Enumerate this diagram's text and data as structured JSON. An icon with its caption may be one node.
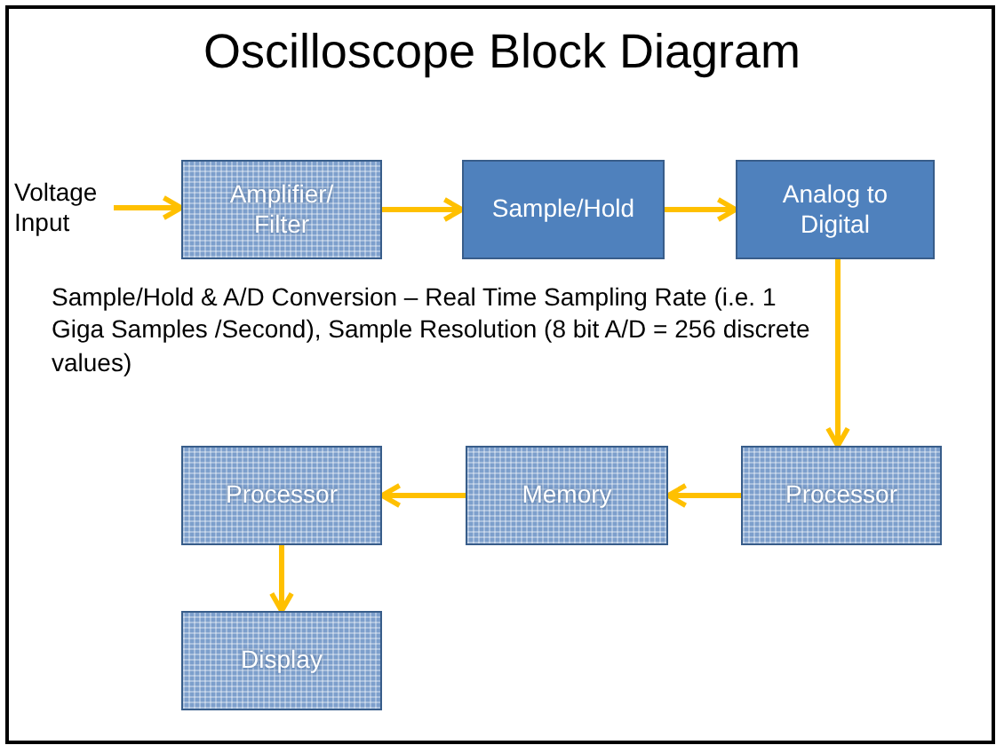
{
  "diagram": {
    "title": "Oscilloscope Block Diagram",
    "nodes": [
      {
        "text": [
          "Voltage Input"
        ]
      },
      {
        "text": [
          "Amplifier/ Filter"
        ]
      },
      {
        "text": [
          "Sample/Hold"
        ]
      },
      {
        "text": [
          "Analog to Digital"
        ]
      },
      {
        "text": [
          "Processor"
        ]
      },
      {
        "text": [
          "Memory"
        ]
      },
      {
        "text": [
          "Processor"
        ]
      },
      {
        "text": [
          "Display"
        ]
      }
    ],
    "edges": [
      {
        "from": 0,
        "to": 1,
        "arrow": "to"
      },
      {
        "from": 1,
        "to": 2,
        "arrow": "to"
      },
      {
        "from": 2,
        "to": 3,
        "arrow": "to"
      },
      {
        "from": 3,
        "to": 4,
        "arrow": "to"
      },
      {
        "from": 4,
        "to": 5,
        "arrow": "to"
      },
      {
        "from": 5,
        "to": 6,
        "arrow": "to"
      },
      {
        "from": 6,
        "to": 7,
        "arrow": "to"
      }
    ],
    "labels": [
      "Sample/Hold & A/D Conversion – Real Time Sampling Rate (i.e. 1 Giga Samples /Second), Sample Resolution (8 bit A/D = 256 discrete values)"
    ]
  }
}
